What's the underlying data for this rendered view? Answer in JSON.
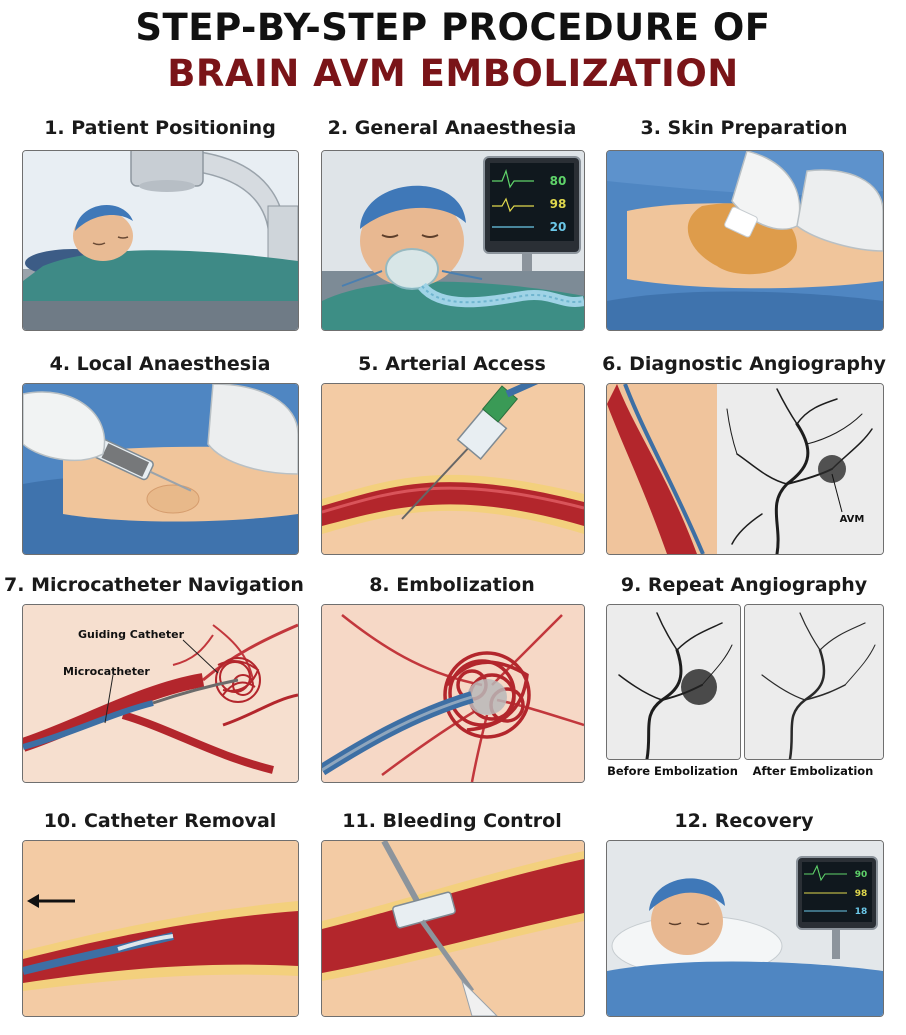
{
  "title": {
    "line1": "STEP-BY-STEP PROCEDURE OF",
    "line2": "BRAIN AVM EMBOLIZATION"
  },
  "colors": {
    "title_accent": "#7a1418",
    "drape_blue": "#4f86c2",
    "gown_teal": "#5f9c91",
    "vessel_red": "#b3262c",
    "skin": "#f1c9a0"
  },
  "steps": [
    {
      "label": "1. Patient Positioning"
    },
    {
      "label": "2. General Anaesthesia",
      "monitor": [
        "80",
        "98",
        "20"
      ]
    },
    {
      "label": "3. Skin Preparation"
    },
    {
      "label": "4. Local Anaesthesia"
    },
    {
      "label": "5. Arterial Access"
    },
    {
      "label": "6. Diagnostic Angiography",
      "annotation": "AVM"
    },
    {
      "label": "7. Microcatheter Navigation",
      "annotations": [
        "Guiding Catheter",
        "Microcatheter"
      ]
    },
    {
      "label": "8. Embolization"
    },
    {
      "label": "9. Repeat Angiography",
      "captions": [
        "Before Embolization",
        "After Embolization"
      ]
    },
    {
      "label": "10. Catheter Removal"
    },
    {
      "label": "11. Bleeding Control"
    },
    {
      "label": "12. Recovery",
      "monitor": [
        "90",
        "98",
        "18"
      ]
    }
  ]
}
